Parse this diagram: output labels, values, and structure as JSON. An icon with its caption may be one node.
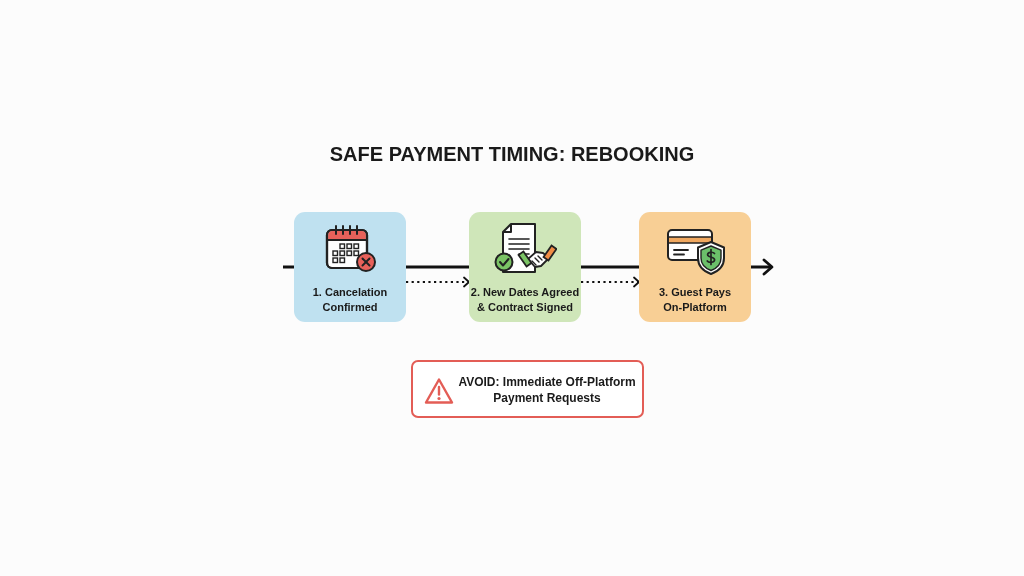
{
  "diagram": {
    "title": "SAFE PAYMENT TIMING: REBOOKING",
    "nodes": [
      {
        "text": [
          "1. Cancelation Confirmed"
        ]
      },
      {
        "text": [
          "2. New Dates Agreed & Contract Signed"
        ]
      },
      {
        "text": [
          "3. Guest Pays On-Platform"
        ]
      },
      {
        "text": [
          "**AVOID:** Immediate Off-Platform Payment Requests"
        ]
      }
    ],
    "edges": [
      {
        "from": null,
        "to": 0,
        "arrow": "none"
      },
      {
        "from": 0,
        "to": 1,
        "arrow": "none"
      },
      {
        "from": 0,
        "to": 1,
        "arrow": "to",
        "style": "dashed"
      },
      {
        "from": 1,
        "to": 2,
        "arrow": "none"
      },
      {
        "from": 1,
        "to": 2,
        "arrow": "to",
        "style": "dashed"
      },
      {
        "from": 2,
        "to": null,
        "arrow": "to"
      }
    ]
  }
}
